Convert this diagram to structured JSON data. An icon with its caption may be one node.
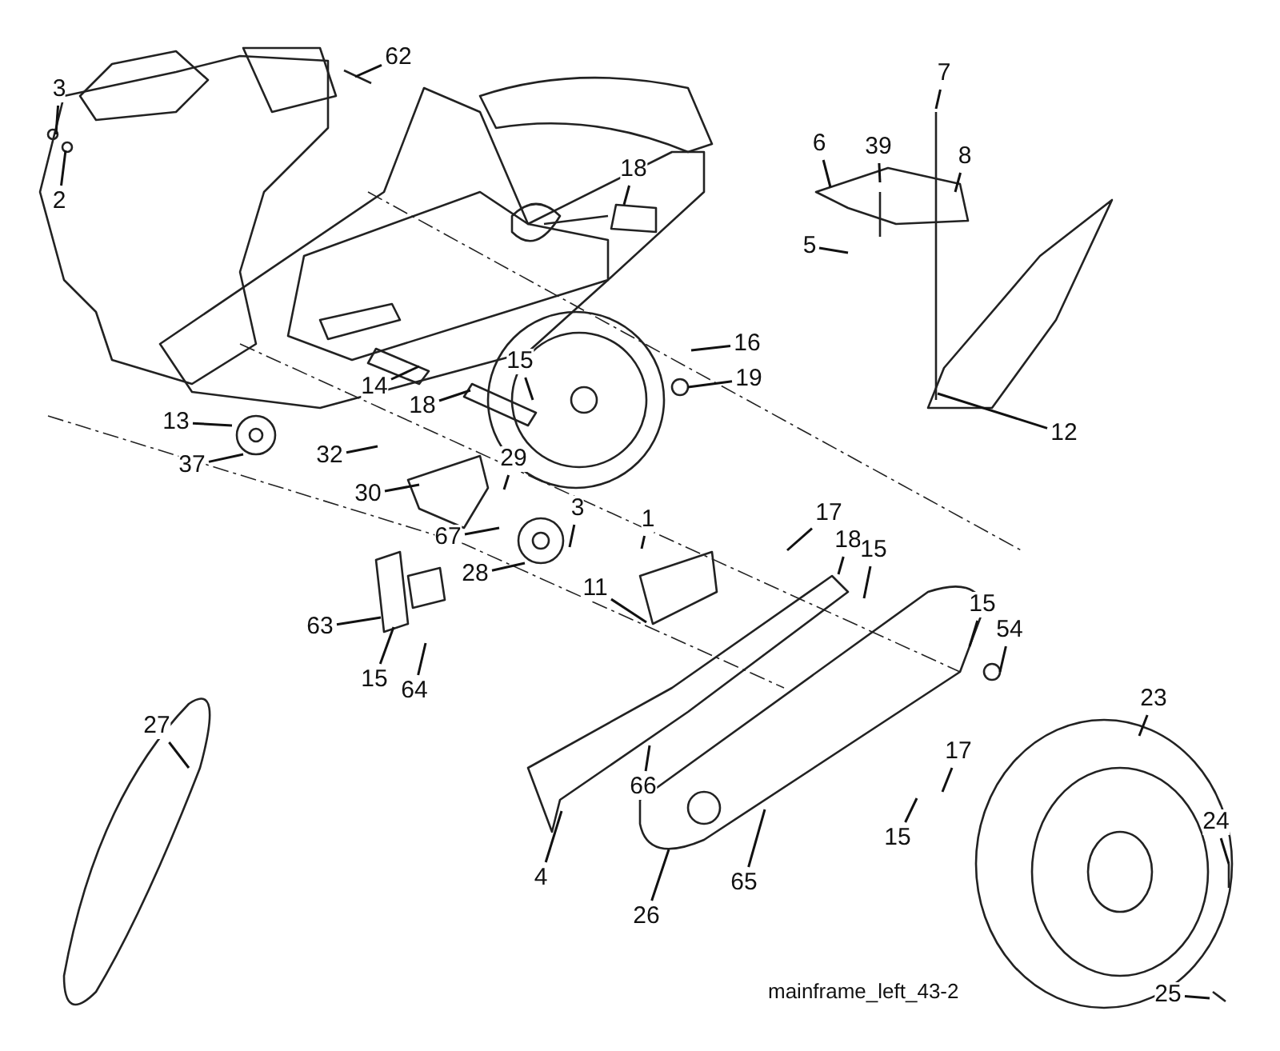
{
  "diagram": {
    "nodes": [
      {
        "text": [
          "62"
        ]
      },
      {
        "text": [
          "3"
        ]
      },
      {
        "text": [
          "2"
        ]
      },
      {
        "text": [
          "7"
        ]
      },
      {
        "text": [
          "6"
        ]
      },
      {
        "text": [
          "39"
        ]
      },
      {
        "text": [
          "8"
        ]
      },
      {
        "text": [
          "18"
        ]
      },
      {
        "text": [
          "5"
        ]
      },
      {
        "text": [
          "15"
        ]
      },
      {
        "text": [
          "16"
        ]
      },
      {
        "text": [
          "19"
        ]
      },
      {
        "text": [
          "14"
        ]
      },
      {
        "text": [
          "18"
        ]
      },
      {
        "text": [
          "12"
        ]
      },
      {
        "text": [
          "13"
        ]
      },
      {
        "text": [
          "32"
        ]
      },
      {
        "text": [
          "37"
        ]
      },
      {
        "text": [
          "29"
        ]
      },
      {
        "text": [
          "30"
        ]
      },
      {
        "text": [
          "3"
        ]
      },
      {
        "text": [
          "1"
        ]
      },
      {
        "text": [
          "17"
        ]
      },
      {
        "text": [
          "67"
        ]
      },
      {
        "text": [
          "18"
        ]
      },
      {
        "text": [
          "15"
        ]
      },
      {
        "text": [
          "28"
        ]
      },
      {
        "text": [
          "11"
        ]
      },
      {
        "text": [
          "63"
        ]
      },
      {
        "text": [
          "15"
        ]
      },
      {
        "text": [
          "15"
        ]
      },
      {
        "text": [
          "54"
        ]
      },
      {
        "text": [
          "64"
        ]
      },
      {
        "text": [
          "23"
        ]
      },
      {
        "text": [
          "27"
        ]
      },
      {
        "text": [
          "17"
        ]
      },
      {
        "text": [
          "66"
        ]
      },
      {
        "text": [
          "24"
        ]
      },
      {
        "text": [
          "4"
        ]
      },
      {
        "text": [
          "15"
        ]
      },
      {
        "text": [
          "65"
        ]
      },
      {
        "text": [
          "26"
        ]
      },
      {
        "text": [
          "25"
        ]
      }
    ],
    "edges": [
      {
        "from": 0,
        "to": null,
        "arrow": "none"
      },
      {
        "from": 1,
        "to": null,
        "arrow": "none"
      },
      {
        "from": 2,
        "to": null,
        "arrow": "none"
      },
      {
        "from": 3,
        "to": null,
        "arrow": "none"
      },
      {
        "from": 4,
        "to": null,
        "arrow": "none"
      },
      {
        "from": 5,
        "to": null,
        "arrow": "none"
      },
      {
        "from": 6,
        "to": null,
        "arrow": "none"
      },
      {
        "from": 7,
        "to": null,
        "arrow": "none"
      },
      {
        "from": 8,
        "to": null,
        "arrow": "none"
      },
      {
        "from": 9,
        "to": null,
        "arrow": "none"
      },
      {
        "from": 10,
        "to": null,
        "arrow": "none"
      },
      {
        "from": 11,
        "to": null,
        "arrow": "none"
      },
      {
        "from": 12,
        "to": null,
        "arrow": "none"
      },
      {
        "from": 13,
        "to": null,
        "arrow": "none"
      },
      {
        "from": 14,
        "to": null,
        "arrow": "none"
      },
      {
        "from": 15,
        "to": null,
        "arrow": "none"
      },
      {
        "from": 16,
        "to": null,
        "arrow": "none"
      },
      {
        "from": 17,
        "to": null,
        "arrow": "none"
      },
      {
        "from": 18,
        "to": null,
        "arrow": "none"
      },
      {
        "from": 19,
        "to": null,
        "arrow": "none"
      },
      {
        "from": 20,
        "to": null,
        "arrow": "none"
      },
      {
        "from": 21,
        "to": null,
        "arrow": "none"
      },
      {
        "from": 22,
        "to": null,
        "arrow": "none"
      },
      {
        "from": 23,
        "to": null,
        "arrow": "none"
      },
      {
        "from": 24,
        "to": null,
        "arrow": "none"
      },
      {
        "from": 25,
        "to": null,
        "arrow": "none"
      },
      {
        "from": 26,
        "to": null,
        "arrow": "none"
      },
      {
        "from": 27,
        "to": null,
        "arrow": "none"
      },
      {
        "from": 28,
        "to": null,
        "arrow": "none"
      },
      {
        "from": 29,
        "to": null,
        "arrow": "none"
      },
      {
        "from": 30,
        "to": null,
        "arrow": "none"
      },
      {
        "from": 31,
        "to": null,
        "arrow": "none"
      },
      {
        "from": 32,
        "to": null,
        "arrow": "none"
      },
      {
        "from": 33,
        "to": null,
        "arrow": "none"
      },
      {
        "from": 34,
        "to": null,
        "arrow": "none"
      },
      {
        "from": 35,
        "to": null,
        "arrow": "none"
      },
      {
        "from": 36,
        "to": null,
        "arrow": "none"
      },
      {
        "from": 37,
        "to": null,
        "arrow": "none"
      },
      {
        "from": 38,
        "to": null,
        "arrow": "none"
      },
      {
        "from": 39,
        "to": null,
        "arrow": "none"
      },
      {
        "from": 40,
        "to": null,
        "arrow": "none"
      },
      {
        "from": 41,
        "to": null,
        "arrow": "none"
      },
      {
        "from": 42,
        "to": null,
        "arrow": "none"
      }
    ],
    "labels": [
      "mainframe_left_43-2"
    ]
  }
}
